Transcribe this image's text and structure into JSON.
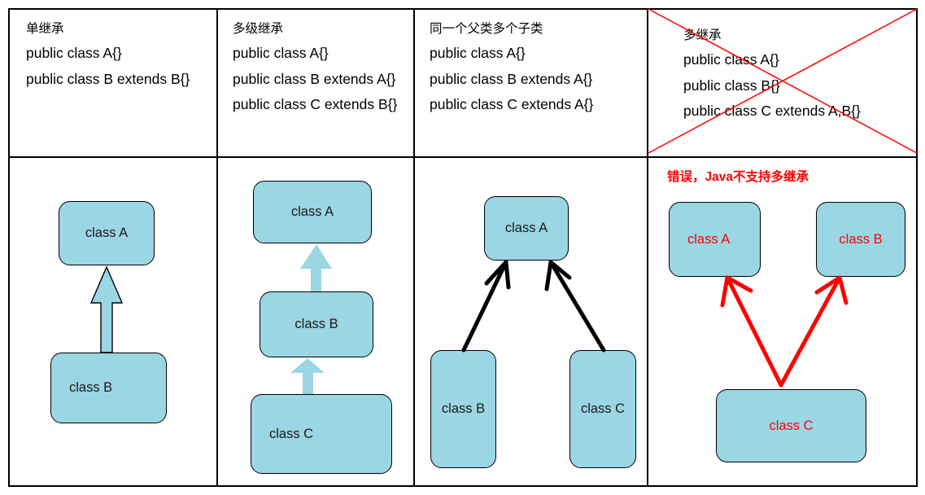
{
  "diagram": {
    "title_hidden": "Java inheritance types comparison table",
    "colors": {
      "box_fill": "#9BD6E4",
      "box_border": "#000000",
      "error_red": "#FF0000",
      "arrow_black": "#000000",
      "grid_line": "#000000"
    },
    "columns": [
      {
        "key": "single",
        "heading": "单继承",
        "code_lines": [
          "public class A{}",
          "public class B extends B{}"
        ],
        "invalid": false,
        "boxes": [
          {
            "label": "class A"
          },
          {
            "label": "class B"
          }
        ],
        "relations": [
          {
            "from": "class B",
            "to": "class A",
            "style": "hollow-block-arrow"
          }
        ]
      },
      {
        "key": "multilevel",
        "heading": "多级继承",
        "code_lines": [
          "public class A{}",
          "public class B extends A{}",
          "public class C extends B{}"
        ],
        "invalid": false,
        "boxes": [
          {
            "label": "class A"
          },
          {
            "label": "class B"
          },
          {
            "label": "class C"
          }
        ],
        "relations": [
          {
            "from": "class B",
            "to": "class A",
            "style": "filled-block-arrow"
          },
          {
            "from": "class C",
            "to": "class B",
            "style": "filled-block-arrow"
          }
        ]
      },
      {
        "key": "siblings",
        "heading": "同一个父类多个子类",
        "code_lines": [
          "public class A{}",
          "public class B extends A{}",
          "public class C extends A{}"
        ],
        "invalid": false,
        "boxes": [
          {
            "label": "class A"
          },
          {
            "label": "class B"
          },
          {
            "label": "class C"
          }
        ],
        "relations": [
          {
            "from": "class B",
            "to": "class A",
            "style": "black-line-arrow"
          },
          {
            "from": "class C",
            "to": "class A",
            "style": "black-line-arrow"
          }
        ]
      },
      {
        "key": "multiple",
        "heading": "多继承",
        "code_lines": [
          "public class A{}",
          "public class B{}",
          "public class C extends A,B{}"
        ],
        "invalid": true,
        "cross_out": true,
        "warning": "错误，Java不支持多继承",
        "boxes": [
          {
            "label": "class A"
          },
          {
            "label": "class B"
          },
          {
            "label": "class C"
          }
        ],
        "relations": [
          {
            "from": "class C",
            "to": "class A",
            "style": "red-line-arrow"
          },
          {
            "from": "class C",
            "to": "class B",
            "style": "red-line-arrow"
          }
        ]
      }
    ]
  }
}
